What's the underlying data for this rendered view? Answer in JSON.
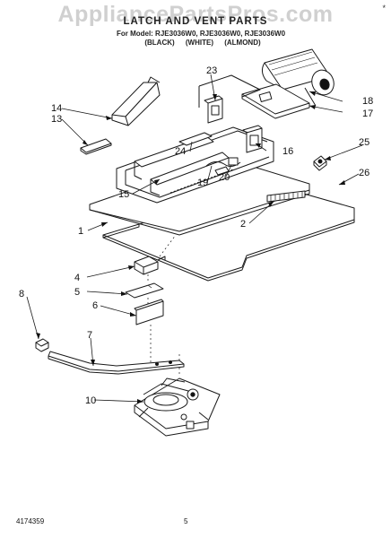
{
  "header": {
    "watermark": "AppliancePartsPros.com",
    "title": "LATCH AND VENT PARTS",
    "model_line": "For Model: RJE3036W0, RJE3036W0, RJE3036W0",
    "colors": "(BLACK) (WHITE) (ALMOND)",
    "corner_mark": "*"
  },
  "callouts": [
    "1",
    "2",
    "4",
    "5",
    "6",
    "7",
    "8",
    "10",
    "13",
    "14",
    "15",
    "16",
    "17",
    "18",
    "19",
    "20",
    "23",
    "24",
    "25",
    "26"
  ],
  "footer": {
    "code": "4174359",
    "page": "5"
  }
}
